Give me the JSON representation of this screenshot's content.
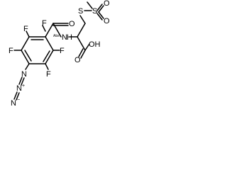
{
  "molecule": {
    "atoms": {
      "F_top_left": "F",
      "F_top_right": "F",
      "F_mid_left": "F",
      "F_mid_right": "F",
      "F_bot_right": "F",
      "N_amide": "N",
      "H_amide": "H",
      "N_azide": "N",
      "N_azide_plus": "N",
      "N_azide_minus": "N",
      "plus_sign": "+",
      "minus_sign": "−",
      "O_carbonyl_amide": "O",
      "O_acid_carbonyl": "O",
      "OH_acid": "OH",
      "S_thio": "S",
      "S_sulfonyl": "S",
      "O_sulfonyl_1": "O",
      "O_sulfonyl_2": "O"
    },
    "stereo_label": "Abs"
  }
}
